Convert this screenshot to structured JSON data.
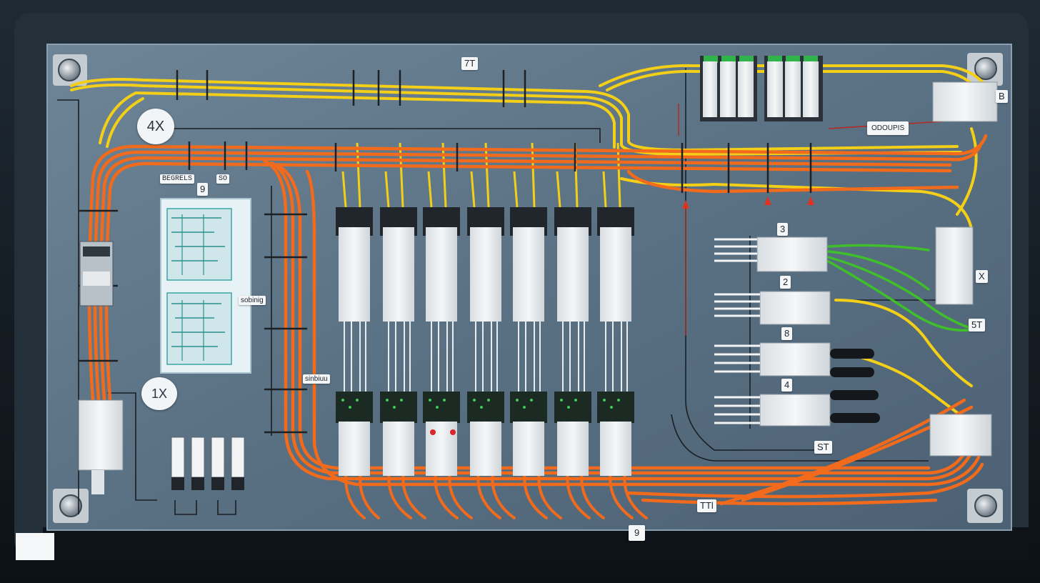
{
  "labels": {
    "top_center": "7T",
    "circle_left_top": "4X",
    "circle_left_bottom": "1X",
    "left_small": "9",
    "mid_left_tag": "sobinig",
    "mid_tag": "sinbiuu",
    "top_right_tag": "ODOUPIS",
    "right_b": "B",
    "right_3": "3",
    "right_2": "2",
    "right_8": "8",
    "right_4": "4",
    "right_x": "X",
    "right_57": "5T",
    "right_ti": "ST",
    "bottom_right_tag": "TTl",
    "bottom_center": "9",
    "top_left_tag": "BEGRELS",
    "left_mid_tag": "SO"
  },
  "colors": {
    "panel": "#5d7487",
    "frame": "#1b242d",
    "orange_wire": "#f26a1b",
    "yellow_wire": "#f4cf17",
    "green_wire": "#3fbf2a",
    "module_body": "#eef1f3"
  }
}
